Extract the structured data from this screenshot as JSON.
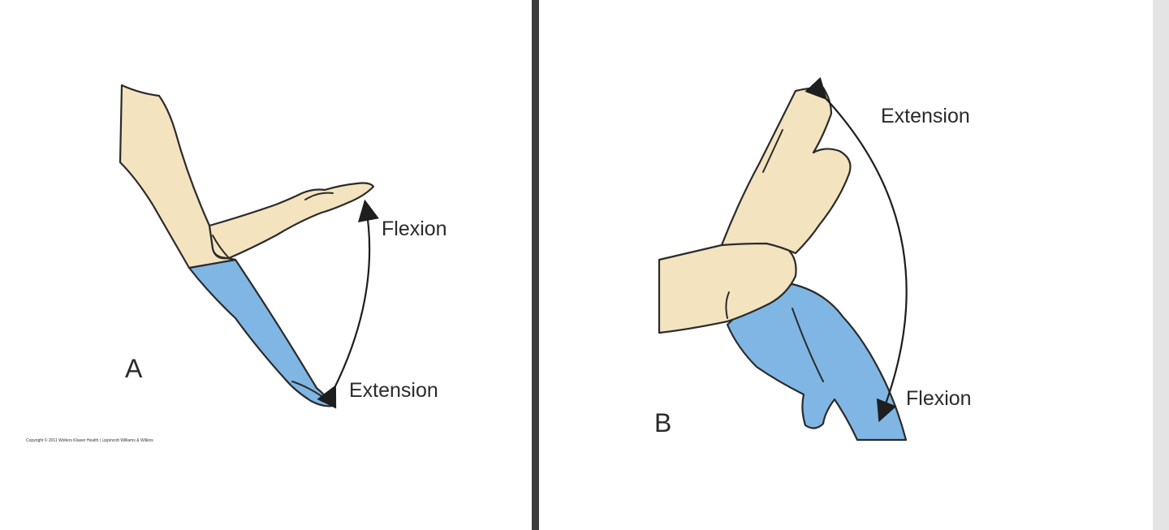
{
  "panel_a": {
    "letter": "A",
    "upper_label": "Flexion",
    "lower_label": "Extension",
    "copyright": "Copyright © 2011 Wolters Kluwer Health | Lippincott Williams & Wilkins"
  },
  "panel_b": {
    "letter": "B",
    "upper_label": "Extension",
    "lower_label": "Flexion"
  },
  "colors": {
    "skin": "#f4e3bf",
    "highlight_blue": "#7fb6e4",
    "divider": "#3a3a3a"
  }
}
